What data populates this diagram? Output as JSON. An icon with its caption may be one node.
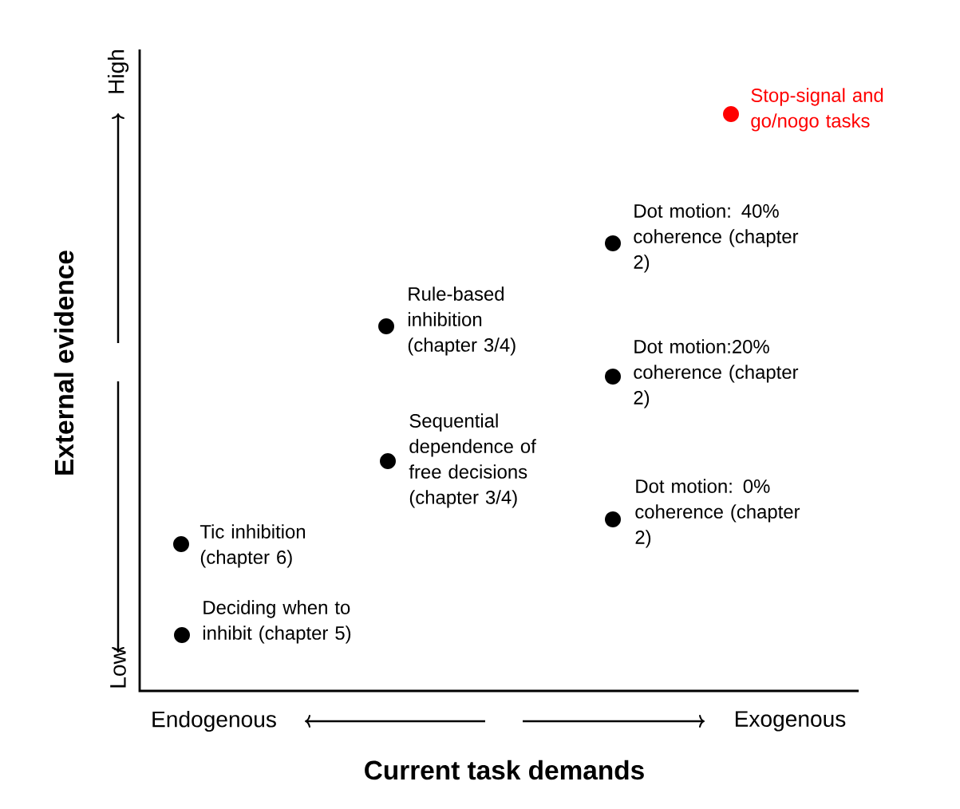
{
  "diagram": {
    "nodes": [
      {
        "text": [
          "Stop-signal and go/nogo tasks"
        ]
      },
      {
        "text": [
          "Dot motion: 40% coherence (chapter 2)"
        ]
      },
      {
        "text": [
          "Rule-based inhibition (chapter 3/4)"
        ]
      },
      {
        "text": [
          "Dot motion:20% coherence (chapter 2)"
        ]
      },
      {
        "text": [
          "Sequential dependence of free decisions (chapter 3/4)"
        ]
      },
      {
        "text": [
          "Dot motion: 0% coherence (chapter 2)"
        ]
      },
      {
        "text": [
          "Tic inhibition (chapter 6)"
        ]
      },
      {
        "text": [
          "Deciding when to inhibit (chapter 5)"
        ]
      }
    ],
    "labels": [
      "High",
      "Low",
      "External evidence",
      "Endogenous",
      "Exogenous",
      "Current task demands"
    ]
  }
}
